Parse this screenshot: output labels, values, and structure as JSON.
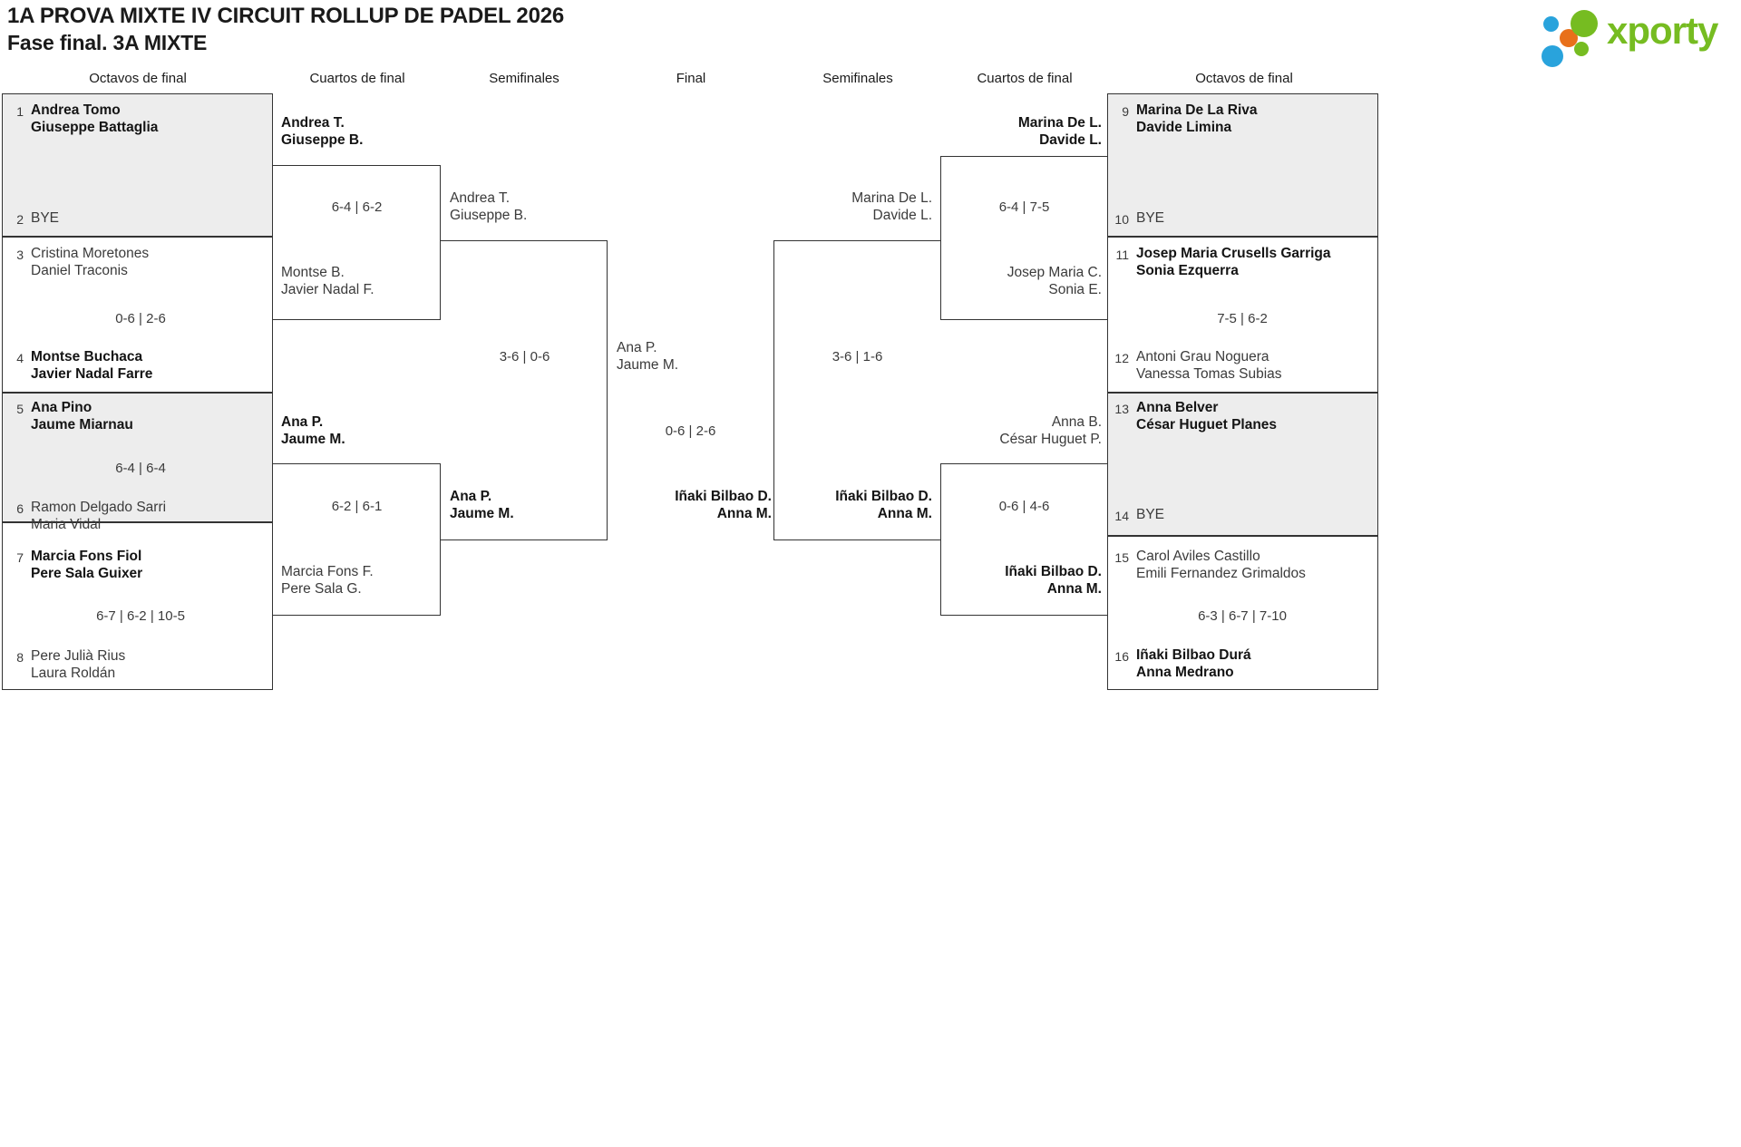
{
  "header": {
    "title": "1A PROVA MIXTE IV CIRCUIT ROLLUP DE PADEL 2026",
    "subtitle": "Fase final. 3A MIXTE",
    "logo_text": "xporty",
    "logo_colors": {
      "green": "#76bc21",
      "blue": "#29a3dc",
      "orange": "#e8701a"
    }
  },
  "round_labels": {
    "left_r16": "Octavos de final",
    "left_qf": "Cuartos de final",
    "left_sf": "Semifinales",
    "final": "Final",
    "right_sf": "Semifinales",
    "right_qf": "Cuartos de final",
    "right_r16": "Octavos de final"
  },
  "left_r16": [
    {
      "seed": "1",
      "line1": "Andrea Tomo",
      "line2": "Giuseppe Battaglia",
      "state": "win"
    },
    {
      "seed": "2",
      "line1": "BYE",
      "line2": "",
      "state": "bye"
    },
    {
      "seed": "3",
      "line1": "Cristina Moretones",
      "line2": "Daniel Traconis",
      "state": "lose"
    },
    {
      "seed": "4",
      "line1": "Montse Buchaca",
      "line2": "Javier Nadal Farre",
      "state": "win"
    },
    {
      "seed": "5",
      "line1": "Ana Pino",
      "line2": "Jaume Miarnau",
      "state": "win"
    },
    {
      "seed": "6",
      "line1": "Ramon Delgado Sarri",
      "line2": "Maria Vidal",
      "state": "lose"
    },
    {
      "seed": "7",
      "line1": "Marcia Fons Fiol",
      "line2": "Pere Sala Guixer",
      "state": "win"
    },
    {
      "seed": "8",
      "line1": "Pere Julià Rius",
      "line2": "Laura Roldán",
      "state": "lose"
    }
  ],
  "right_r16": [
    {
      "seed": "9",
      "line1": "Marina De La Riva",
      "line2": "Davide Limina",
      "state": "win"
    },
    {
      "seed": "10",
      "line1": "BYE",
      "line2": "",
      "state": "bye"
    },
    {
      "seed": "11",
      "line1": "Josep Maria Crusells Garriga",
      "line2": "Sonia Ezquerra",
      "state": "win"
    },
    {
      "seed": "12",
      "line1": "Antoni Grau Noguera",
      "line2": "Vanessa Tomas Subias",
      "state": "lose"
    },
    {
      "seed": "13",
      "line1": "Anna Belver",
      "line2": "César Huguet Planes",
      "state": "win"
    },
    {
      "seed": "14",
      "line1": "BYE",
      "line2": "",
      "state": "bye"
    },
    {
      "seed": "15",
      "line1": "Carol Aviles Castillo",
      "line2": "Emili Fernandez Grimaldos",
      "state": "lose"
    },
    {
      "seed": "16",
      "line1": "Iñaki Bilbao Durá",
      "line2": "Anna Medrano",
      "state": "win"
    }
  ],
  "left_r16_scores": {
    "m1": "",
    "m2": "0-6 | 2-6",
    "m3": "6-4 | 6-4",
    "m4": "6-7 | 6-2 | 10-5"
  },
  "right_r16_scores": {
    "m1": "",
    "m2": "7-5 | 6-2",
    "m3": "",
    "m4": "6-3 | 6-7 | 7-10"
  },
  "left_qf": {
    "m1_top": {
      "line1": "Andrea T.",
      "line2": "Giuseppe B.",
      "state": "win"
    },
    "m1_bottom": {
      "line1": "Montse B.",
      "line2": "Javier Nadal F.",
      "state": "lose"
    },
    "m1_score": "6-4 | 6-2",
    "m2_top": {
      "line1": "Ana P.",
      "line2": "Jaume M.",
      "state": "win"
    },
    "m2_bottom": {
      "line1": "Marcia Fons F.",
      "line2": "Pere Sala G.",
      "state": "lose"
    },
    "m2_score": "6-2 | 6-1"
  },
  "right_qf": {
    "m1_top": {
      "line1": "Marina De L.",
      "line2": "Davide L.",
      "state": "win"
    },
    "m1_bottom": {
      "line1": "Josep Maria C.",
      "line2": "Sonia E.",
      "state": "lose"
    },
    "m1_score": "6-4 | 7-5",
    "m2_top": {
      "line1": "Anna B.",
      "line2": "César Huguet P.",
      "state": "lose"
    },
    "m2_bottom": {
      "line1": "Iñaki Bilbao D.",
      "line2": "Anna M.",
      "state": "win"
    },
    "m2_score": "0-6 | 4-6"
  },
  "left_sf": {
    "top": {
      "line1": "Andrea T.",
      "line2": "Giuseppe B.",
      "state": "lose"
    },
    "bottom": {
      "line1": "Ana P.",
      "line2": "Jaume M.",
      "state": "win"
    },
    "score": "3-6 | 0-6"
  },
  "right_sf": {
    "top": {
      "line1": "Marina De L.",
      "line2": "Davide L.",
      "state": "lose"
    },
    "bottom": {
      "line1": "Iñaki Bilbao D.",
      "line2": "Anna M.",
      "state": "win"
    },
    "score": "3-6 | 1-6"
  },
  "final": {
    "top": {
      "line1": "Ana P.",
      "line2": "Jaume M.",
      "state": "lose"
    },
    "bottom": {
      "line1": "Iñaki Bilbao D.",
      "line2": "Anna M.",
      "state": "win"
    },
    "score": "0-6 | 2-6"
  }
}
